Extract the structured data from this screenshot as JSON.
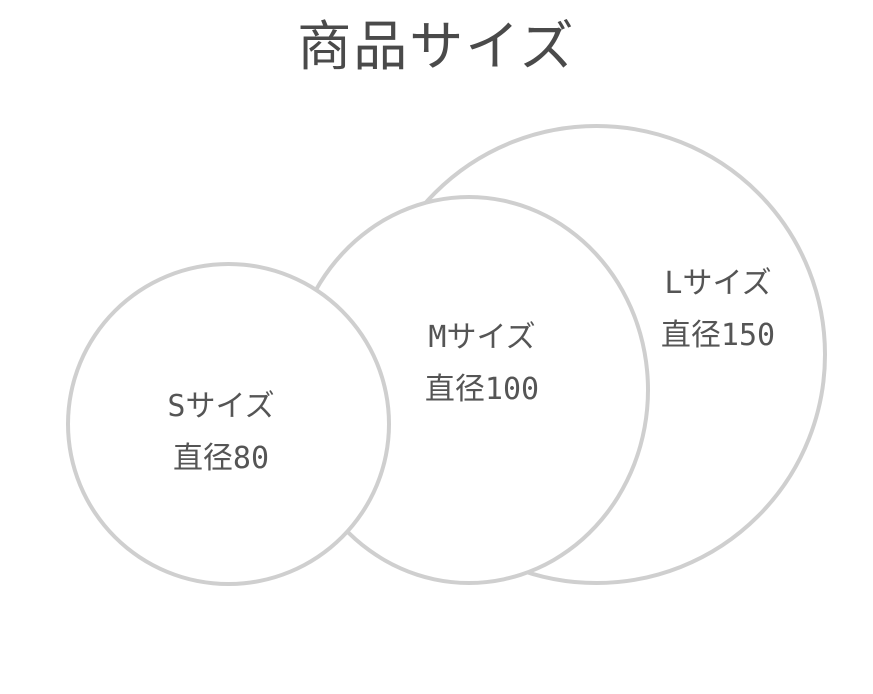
{
  "title": "商品サイズ",
  "sizes": [
    {
      "name": "Lサイズ",
      "diameter": "直径150"
    },
    {
      "name": "Mサイズ",
      "diameter": "直径100"
    },
    {
      "name": "Sサイズ",
      "diameter": "直径80"
    }
  ],
  "colors": {
    "title_text": "#4a4a4a",
    "label_text": "#555555",
    "circle_stroke": "#cfcfcf",
    "circle_fill": "#ffffff"
  }
}
